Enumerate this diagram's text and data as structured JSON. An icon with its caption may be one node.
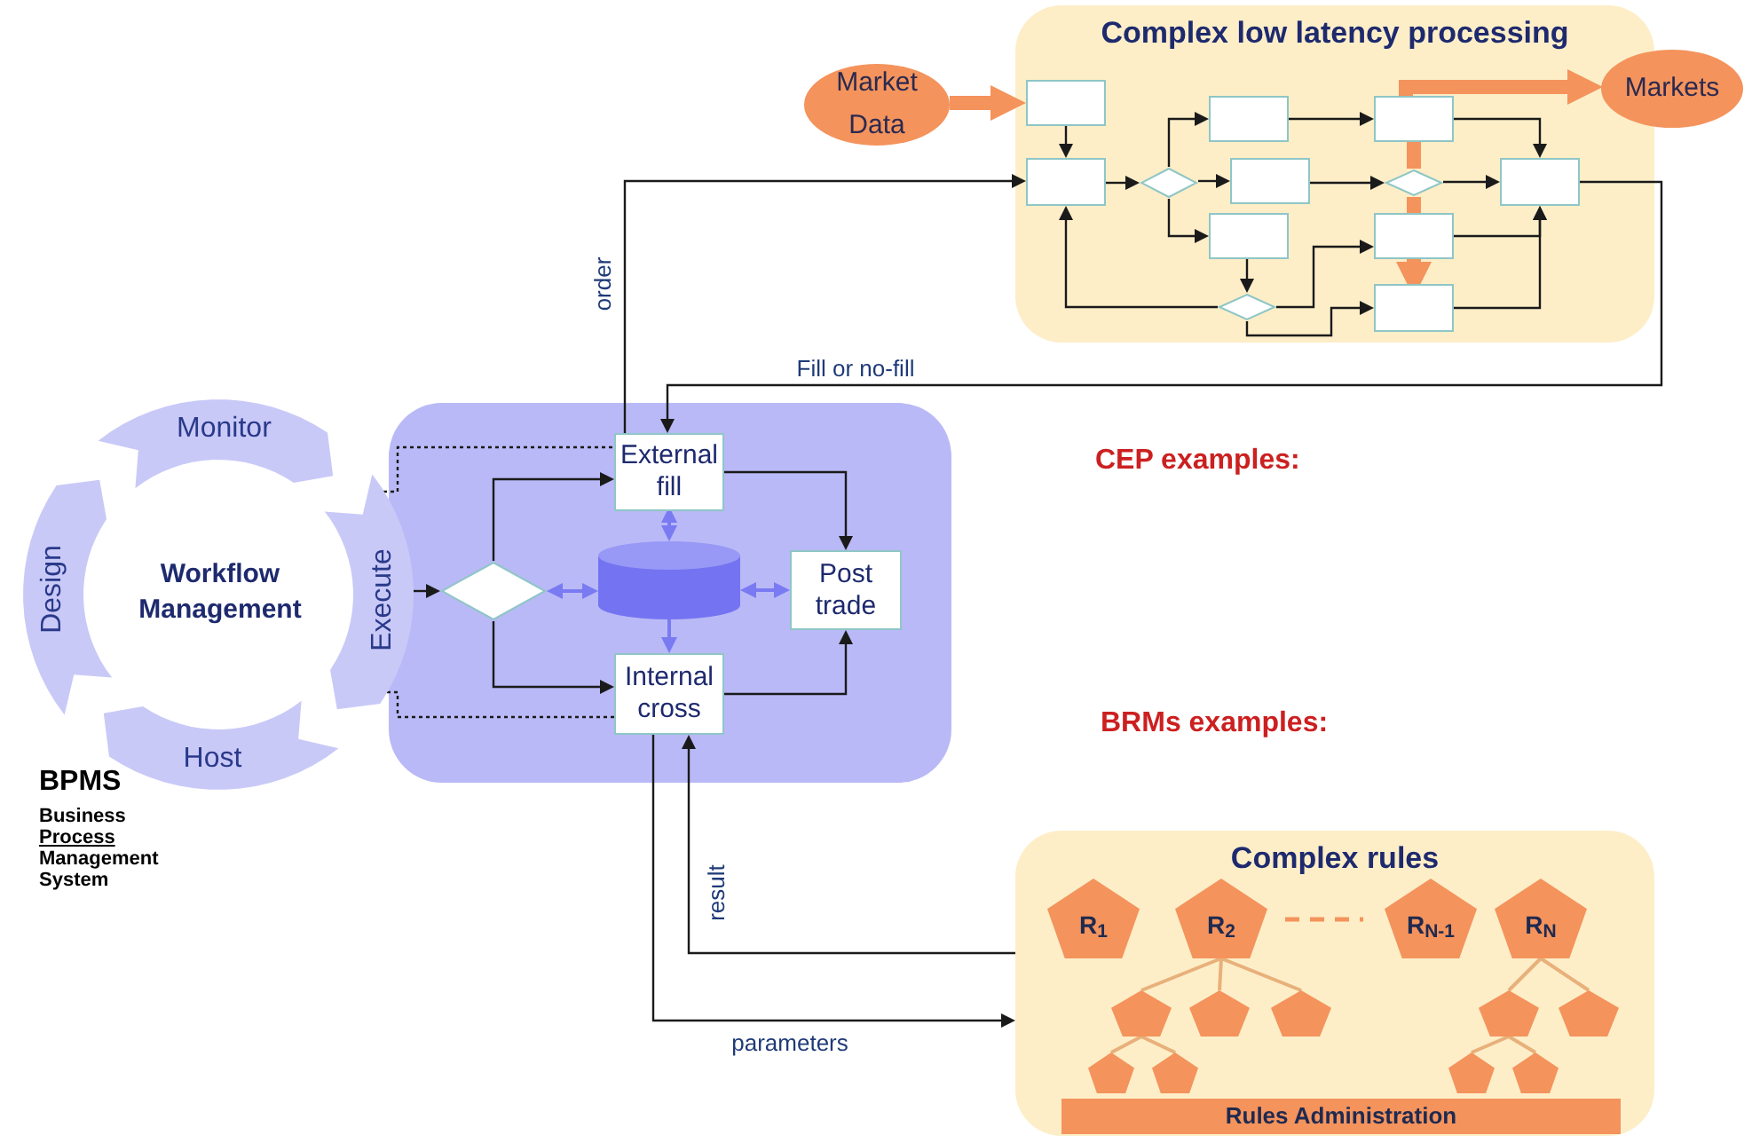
{
  "diagram": {
    "nodes": [
      {
        "text": [
          "Complex low latency processing"
        ]
      },
      {
        "text": [
          "Market Data"
        ]
      },
      {
        "text": [
          "Markets"
        ]
      },
      {
        "text": [],
        "shape": "box",
        "in": 0
      },
      {
        "text": [],
        "shape": "box",
        "in": 0
      },
      {
        "text": [],
        "shape": "diamond",
        "in": 0
      },
      {
        "text": [],
        "shape": "box",
        "in": 0
      },
      {
        "text": [],
        "shape": "box",
        "in": 0
      },
      {
        "text": [],
        "shape": "box",
        "in": 0
      },
      {
        "text": [],
        "shape": "diamond",
        "in": 0
      },
      {
        "text": [],
        "shape": "box",
        "in": 0
      },
      {
        "text": [],
        "shape": "diamond",
        "in": 0
      },
      {
        "text": [],
        "shape": "box",
        "in": 0
      },
      {
        "text": [],
        "shape": "box",
        "in": 0
      },
      {
        "text": [],
        "shape": "box",
        "in": 0
      },
      {
        "text": [
          "Monitor"
        ]
      },
      {
        "text": [
          "Design"
        ]
      },
      {
        "text": [
          "Execute"
        ]
      },
      {
        "text": [
          "Host"
        ]
      },
      {
        "text": [],
        "shape": "box"
      },
      {
        "text": [
          "External fill"
        ],
        "in": 19
      },
      {
        "text": [],
        "shape": "diamond",
        "in": 19
      },
      {
        "text": [],
        "shape": "cylinder",
        "in": 19
      },
      {
        "text": [
          "Post trade"
        ],
        "in": 19
      },
      {
        "text": [
          "Internal cross"
        ],
        "in": 19
      },
      {
        "text": [
          "Complex rules"
        ]
      },
      {
        "text": [
          "R$_{1}$"
        ],
        "in": 25
      },
      {
        "text": [
          "R$_{2}$"
        ],
        "in": 25
      },
      {
        "text": [
          "R$_{N-1}$"
        ],
        "in": 25
      },
      {
        "text": [
          "R$_{N}$"
        ],
        "in": 25
      },
      {
        "text": [],
        "shape": "pentagon",
        "in": 25
      },
      {
        "text": [],
        "shape": "pentagon",
        "in": 25
      },
      {
        "text": [],
        "shape": "pentagon",
        "in": 25
      },
      {
        "text": [],
        "shape": "pentagon",
        "in": 25
      },
      {
        "text": [],
        "shape": "pentagon",
        "in": 25
      },
      {
        "text": [],
        "shape": "pentagon",
        "in": 25
      },
      {
        "text": [],
        "shape": "pentagon",
        "in": 25
      },
      {
        "text": [],
        "shape": "pentagon",
        "in": 25
      },
      {
        "text": [],
        "shape": "pentagon",
        "in": 25
      },
      {
        "text": [
          "Rules Administration"
        ],
        "in": 25
      }
    ],
    "edges": [
      {
        "from": 1,
        "to": 3,
        "arrow": "to",
        "style": "thick",
        "color": "#f4935c"
      },
      {
        "from": 3,
        "to": 4,
        "arrow": "to"
      },
      {
        "from": 4,
        "to": 5,
        "arrow": "to"
      },
      {
        "from": 5,
        "to": 6,
        "arrow": "to"
      },
      {
        "from": 5,
        "to": 7,
        "arrow": "to"
      },
      {
        "from": 5,
        "to": 8,
        "arrow": "to"
      },
      {
        "from": 6,
        "to": 10,
        "arrow": "to"
      },
      {
        "from": 7,
        "to": 11,
        "arrow": "to"
      },
      {
        "from": 11,
        "to": 14,
        "arrow": "to"
      },
      {
        "from": 10,
        "to": 14,
        "arrow": "to"
      },
      {
        "from": 12,
        "to": 14,
        "arrow": "to"
      },
      {
        "from": 13,
        "to": 14,
        "arrow": "to"
      },
      {
        "from": 8,
        "to": 9,
        "arrow": "to"
      },
      {
        "from": 9,
        "to": 4,
        "arrow": "to"
      },
      {
        "from": 9,
        "to": 12,
        "arrow": "to"
      },
      {
        "from": 9,
        "to": 13,
        "arrow": "to"
      },
      {
        "from": 10,
        "to": 2,
        "arrow": "to",
        "style": "thick",
        "color": "#f4935c"
      },
      {
        "from": 10,
        "to": 11,
        "arrow": "none",
        "style": "thick",
        "color": "#f4935c"
      },
      {
        "from": 14,
        "to": 20,
        "arrow": "to",
        "label": "Fill or no-fill"
      },
      {
        "from": 20,
        "to": 4,
        "arrow": "to",
        "label": "order"
      },
      {
        "from": 17,
        "to": 21,
        "arrow": "to"
      },
      {
        "from": 17,
        "to": 20,
        "arrow": "none",
        "style": "dashed"
      },
      {
        "from": 17,
        "to": 24,
        "arrow": "none",
        "style": "dashed"
      },
      {
        "from": 21,
        "to": 20,
        "arrow": "to"
      },
      {
        "from": 21,
        "to": 24,
        "arrow": "to"
      },
      {
        "from": 20,
        "to": 23,
        "arrow": "to"
      },
      {
        "from": 24,
        "to": 23,
        "arrow": "to"
      },
      {
        "from": 21,
        "to": 22,
        "arrow": "both",
        "color": "#7a7af2"
      },
      {
        "from": 22,
        "to": 23,
        "arrow": "both",
        "color": "#7a7af2"
      },
      {
        "from": 20,
        "to": 22,
        "arrow": "both",
        "color": "#7a7af2"
      },
      {
        "from": 22,
        "to": 24,
        "arrow": "to",
        "color": "#7a7af2"
      },
      {
        "from": 24,
        "to": 25,
        "arrow": "to",
        "label": "parameters"
      },
      {
        "from": 25,
        "to": 24,
        "arrow": "to",
        "label": "result"
      },
      {
        "from": 27,
        "to": 30,
        "arrow": "none",
        "color": "#e8b07a"
      },
      {
        "from": 27,
        "to": 31,
        "arrow": "none",
        "color": "#e8b07a"
      },
      {
        "from": 27,
        "to": 32,
        "arrow": "none",
        "color": "#e8b07a"
      },
      {
        "from": 30,
        "to": 35,
        "arrow": "none",
        "color": "#e8b07a"
      },
      {
        "from": 30,
        "to": 36,
        "arrow": "none",
        "color": "#e8b07a"
      },
      {
        "from": 29,
        "to": 33,
        "arrow": "none",
        "color": "#e8b07a"
      },
      {
        "from": 29,
        "to": 34,
        "arrow": "none",
        "color": "#e8b07a"
      },
      {
        "from": 33,
        "to": 37,
        "arrow": "none",
        "color": "#e8b07a"
      },
      {
        "from": 33,
        "to": 38,
        "arrow": "none",
        "color": "#e8b07a"
      },
      {
        "from": 11,
        "to": 12,
        "arrow": "none",
        "style": "thick",
        "color": "#f4935c"
      },
      {
        "from": 12,
        "to": 13,
        "arrow": "to",
        "style": "thick",
        "color": "#f4935c"
      }
    ],
    "labels": [
      "CEP examples:",
      "Workflow Management",
      "BRMs examples:",
      "BPMS",
      "Business",
      "Process",
      "Management",
      "System"
    ]
  }
}
